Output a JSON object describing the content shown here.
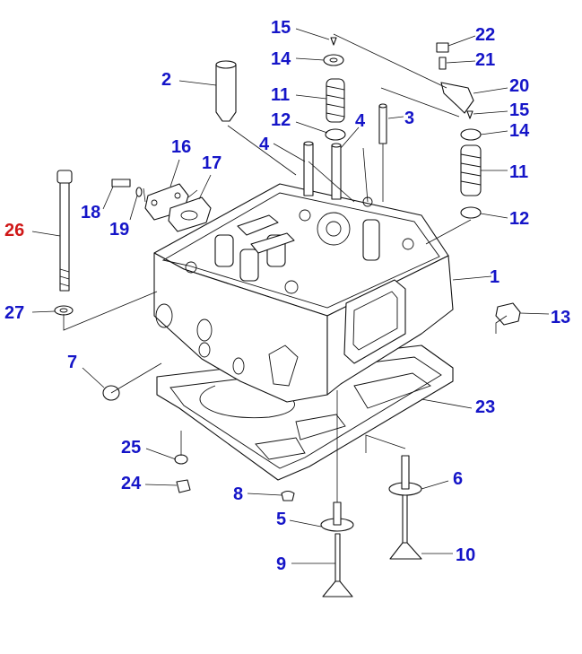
{
  "diagram": {
    "label_color": "#1515c8",
    "highlight_color": "#d01818",
    "highlighted_part": "26",
    "callouts": [
      "1",
      "2",
      "3",
      "4",
      "4",
      "5",
      "6",
      "7",
      "8",
      "9",
      "10",
      "11",
      "11",
      "12",
      "12",
      "13",
      "14",
      "14",
      "15",
      "15",
      "16",
      "17",
      "18",
      "19",
      "20",
      "21",
      "22",
      "23",
      "24",
      "25",
      "26",
      "27"
    ]
  }
}
